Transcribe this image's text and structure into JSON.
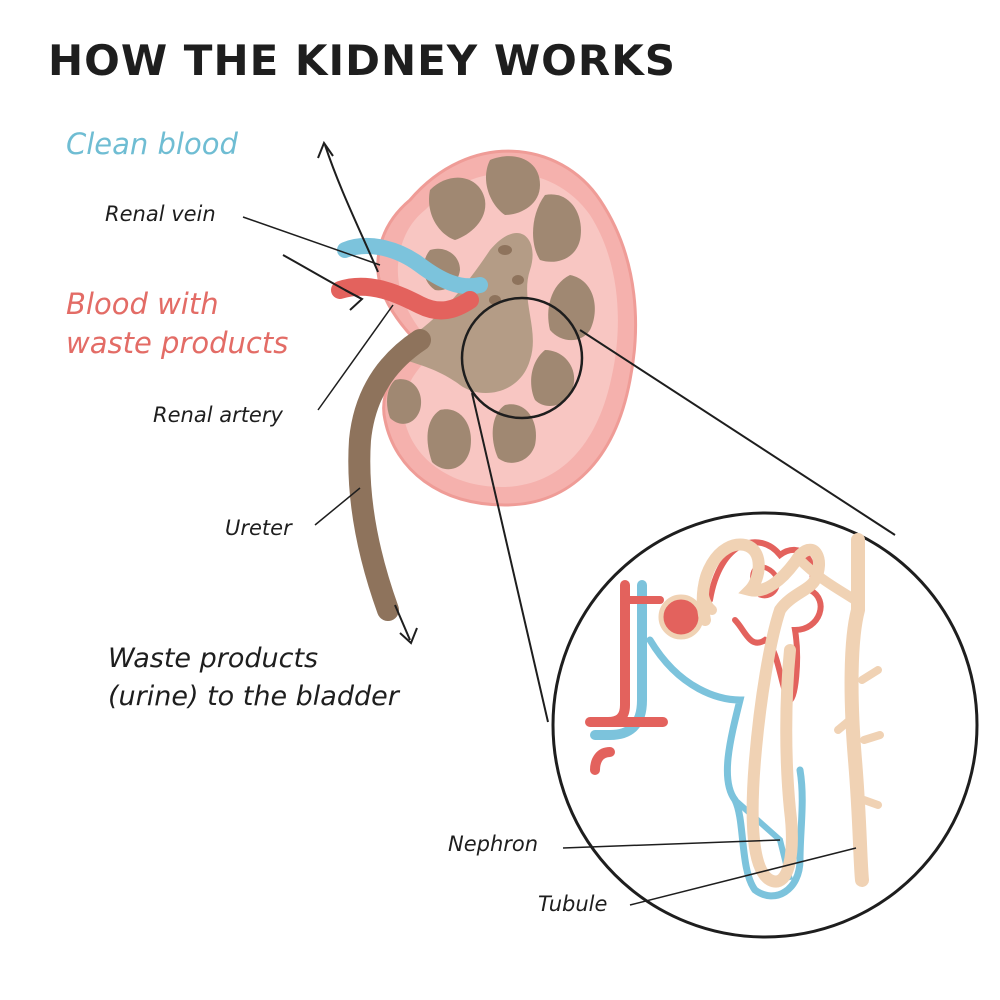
{
  "title": "HOW THE KIDNEY WORKS",
  "labels": {
    "clean_blood": "Clean blood",
    "renal_vein": "Renal vein",
    "blood_with_waste_line1": "Blood with",
    "blood_with_waste_line2": "waste products",
    "renal_artery": "Renal artery",
    "ureter": "Ureter",
    "waste_line1": "Waste products",
    "waste_line2": "(urine) to the bladder",
    "nephron": "Nephron",
    "tubule": "Tubule"
  },
  "colors": {
    "title": "#1e1e1e",
    "clean_blood": "#6fbdd3",
    "blood_with_waste": "#e36c66",
    "kidney_cortex": "#f5b1ad",
    "kidney_medulla": "#a08872",
    "ureter": "#8e735c",
    "vein": "#7cc3dc",
    "artery": "#e3625d",
    "tubule": "#f0d2b4",
    "line": "#1e1e1e"
  }
}
